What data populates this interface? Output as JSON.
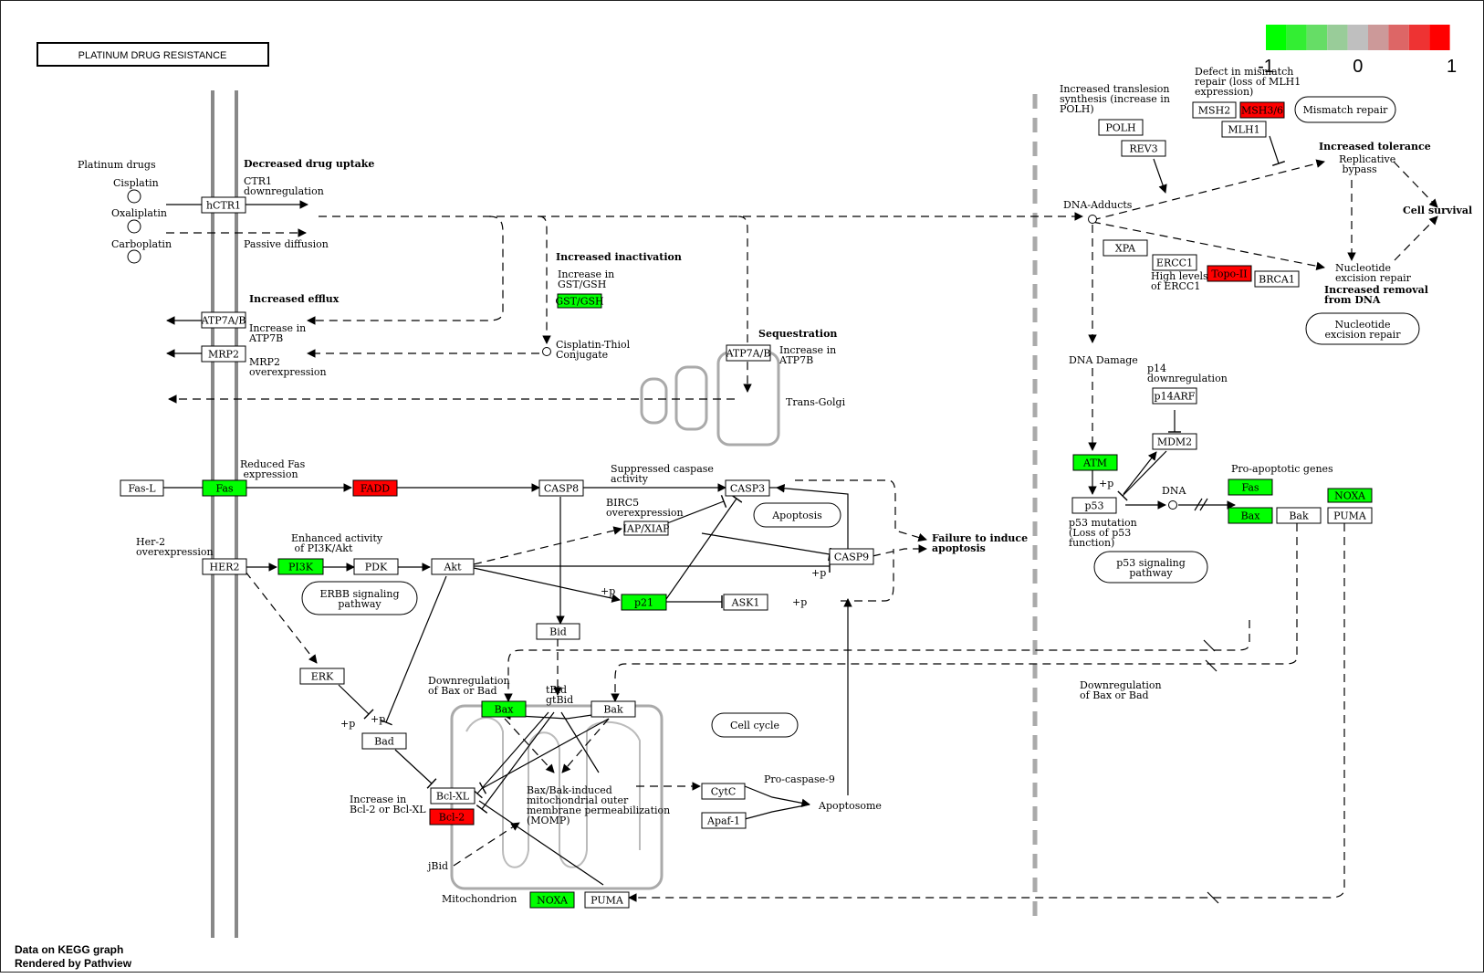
{
  "title": "PLATINUM DRUG RESISTANCE",
  "footer": {
    "line1": "Data on KEGG graph",
    "line2": "Rendered by Pathview"
  },
  "legend": {
    "colors": [
      "#00ff00",
      "#33ee33",
      "#66dd66",
      "#99cc99",
      "#bfbfbf",
      "#cc9999",
      "#dd6666",
      "#ee3333",
      "#ff0000"
    ],
    "ticks": [
      "-1",
      "0",
      "1"
    ]
  },
  "colors": {
    "up": "#ff0000",
    "down": "#00ff00",
    "none": "#ffffff"
  },
  "genes": [
    {
      "id": "hCTR1",
      "label": "hCTR1",
      "color": "#ffffff"
    },
    {
      "id": "ATP7AB_left",
      "label": "ATP7A/B",
      "color": "#ffffff"
    },
    {
      "id": "MRP2",
      "label": "MRP2",
      "color": "#ffffff"
    },
    {
      "id": "GSTGSH",
      "label": "GST/GSH",
      "color": "#00ff00"
    },
    {
      "id": "ATP7AB_golgi",
      "label": "ATP7A/B",
      "color": "#ffffff"
    },
    {
      "id": "FasL",
      "label": "Fas-L",
      "color": "#ffffff"
    },
    {
      "id": "Fas",
      "label": "Fas",
      "color": "#00ff00"
    },
    {
      "id": "FADD",
      "label": "FADD",
      "color": "#ff0000"
    },
    {
      "id": "CASP8",
      "label": "CASP8",
      "color": "#ffffff"
    },
    {
      "id": "CASP3",
      "label": "CASP3",
      "color": "#ffffff"
    },
    {
      "id": "IAPXIAP",
      "label": "IAP/XIAP",
      "color": "#ffffff"
    },
    {
      "id": "CASP9",
      "label": "CASP9",
      "color": "#ffffff"
    },
    {
      "id": "HER2",
      "label": "HER2",
      "color": "#ffffff"
    },
    {
      "id": "PI3K",
      "label": "PI3K",
      "color": "#00ff00"
    },
    {
      "id": "PDK",
      "label": "PDK",
      "color": "#ffffff"
    },
    {
      "id": "Akt",
      "label": "Akt",
      "color": "#ffffff"
    },
    {
      "id": "p21",
      "label": "p21",
      "color": "#00ff00"
    },
    {
      "id": "ASK1",
      "label": "ASK1",
      "color": "#ffffff"
    },
    {
      "id": "Bid",
      "label": "Bid",
      "color": "#ffffff"
    },
    {
      "id": "ERK",
      "label": "ERK",
      "color": "#ffffff"
    },
    {
      "id": "Bad",
      "label": "Bad",
      "color": "#ffffff"
    },
    {
      "id": "Bax_mito",
      "label": "Bax",
      "color": "#00ff00"
    },
    {
      "id": "Bak_mito",
      "label": "Bak",
      "color": "#ffffff"
    },
    {
      "id": "BclXL",
      "label": "Bcl-XL",
      "color": "#ffffff"
    },
    {
      "id": "Bcl2",
      "label": "Bcl-2",
      "color": "#ff0000"
    },
    {
      "id": "CytC",
      "label": "CytC",
      "color": "#ffffff"
    },
    {
      "id": "Apaf1",
      "label": "Apaf-1",
      "color": "#ffffff"
    },
    {
      "id": "NOXA_mito",
      "label": "NOXA",
      "color": "#00ff00"
    },
    {
      "id": "PUMA_mito",
      "label": "PUMA",
      "color": "#ffffff"
    },
    {
      "id": "POLH",
      "label": "POLH",
      "color": "#ffffff"
    },
    {
      "id": "REV3",
      "label": "REV3",
      "color": "#ffffff"
    },
    {
      "id": "MSH2",
      "label": "MSH2",
      "color": "#ffffff"
    },
    {
      "id": "MSH36",
      "label": "MSH3/6",
      "color": "#ff0000"
    },
    {
      "id": "MLH1",
      "label": "MLH1",
      "color": "#ffffff"
    },
    {
      "id": "XPA",
      "label": "XPA",
      "color": "#ffffff"
    },
    {
      "id": "ERCC1",
      "label": "ERCC1",
      "color": "#ffffff"
    },
    {
      "id": "TopoII",
      "label": "Topo-II",
      "color": "#ff0000"
    },
    {
      "id": "BRCA1",
      "label": "BRCA1",
      "color": "#ffffff"
    },
    {
      "id": "p14ARF",
      "label": "p14ARF",
      "color": "#ffffff"
    },
    {
      "id": "MDM2",
      "label": "MDM2",
      "color": "#ffffff"
    },
    {
      "id": "ATM",
      "label": "ATM",
      "color": "#00ff00"
    },
    {
      "id": "p53",
      "label": "p53",
      "color": "#ffffff"
    },
    {
      "id": "Fas_r",
      "label": "Fas",
      "color": "#00ff00"
    },
    {
      "id": "Bax_r",
      "label": "Bax",
      "color": "#00ff00"
    },
    {
      "id": "Bak_r",
      "label": "Bak",
      "color": "#ffffff"
    },
    {
      "id": "NOXA_r",
      "label": "NOXA",
      "color": "#00ff00"
    },
    {
      "id": "PUMA_r",
      "label": "PUMA",
      "color": "#ffffff"
    }
  ],
  "pathways": [
    {
      "id": "mismatch",
      "label": "Mismatch repair"
    },
    {
      "id": "nucleotide",
      "label": "Nucleotide excision repair"
    },
    {
      "id": "apoptosis",
      "label": "Apoptosis"
    },
    {
      "id": "erbb",
      "label": "ERBB signaling pathway"
    },
    {
      "id": "p53path",
      "label": "p53 signaling pathway"
    },
    {
      "id": "cellcycle",
      "label": "Cell cycle"
    }
  ],
  "labels": [
    {
      "id": "platinum_drugs",
      "text": "Platinum drugs"
    },
    {
      "id": "cisplatin",
      "text": "Cisplatin"
    },
    {
      "id": "oxaliplatin",
      "text": "Oxaliplatin"
    },
    {
      "id": "carboplatin",
      "text": "Carboplatin"
    },
    {
      "id": "decreased_uptake",
      "text": "Decreased drug uptake",
      "bold": true
    },
    {
      "id": "ctr1_down",
      "text": "CTR1 downregulation"
    },
    {
      "id": "passive",
      "text": "Passive diffusion"
    },
    {
      "id": "increased_efflux",
      "text": "Increased efflux",
      "bold": true
    },
    {
      "id": "inc_atp7b",
      "text": "Increase in ATP7B"
    },
    {
      "id": "mrp2_over",
      "text": "MRP2 overexpression"
    },
    {
      "id": "increased_inactivation",
      "text": "Increased inactivation",
      "bold": true
    },
    {
      "id": "inc_gst",
      "text": "Increase in GST/GSH"
    },
    {
      "id": "thiol",
      "text": "Cisplatin-Thiol Conjugate"
    },
    {
      "id": "sequestration",
      "text": "Sequestration",
      "bold": true
    },
    {
      "id": "inc_atp7b_golgi",
      "text": "Increase in ATP7B"
    },
    {
      "id": "transgolgi",
      "text": "Trans-Golgi"
    },
    {
      "id": "reduced_fas",
      "text": "Reduced Fas expression"
    },
    {
      "id": "suppressed_casp",
      "text": "Suppressed caspase activity"
    },
    {
      "id": "birc5",
      "text": "BIRC5 overexpression"
    },
    {
      "id": "failure",
      "text": "Failure to induce apoptosis",
      "bold": true
    },
    {
      "id": "her2_over",
      "text": "Her-2 overexpression"
    },
    {
      "id": "enhanced_pi3k",
      "text": "Enhanced activity of PI3K/Akt"
    },
    {
      "id": "plusp_casp9",
      "text": "+p"
    },
    {
      "id": "plusp_ask1",
      "text": "+p"
    },
    {
      "id": "plusp_p21",
      "text": "+p"
    },
    {
      "id": "plusp_bad1",
      "text": "+p"
    },
    {
      "id": "plusp_bad2",
      "text": "+p"
    },
    {
      "id": "plusp_p53",
      "text": "+p"
    },
    {
      "id": "down_baxbad",
      "text": "Downregulation of Bax or Bad"
    },
    {
      "id": "tbid",
      "text": "tBid gtBid"
    },
    {
      "id": "inc_bcl2",
      "text": "Increase in Bcl-2 or Bcl-XL"
    },
    {
      "id": "momp",
      "text": "Bax/Bak-induced mitochondrial outer membrane permeabilization (MOMP)"
    },
    {
      "id": "procasp9",
      "text": "Pro-caspase-9"
    },
    {
      "id": "apoptosome",
      "text": "Apoptosome"
    },
    {
      "id": "jbid",
      "text": "jBid"
    },
    {
      "id": "mitochondrion",
      "text": "Mitochondrion"
    },
    {
      "id": "inc_translesion",
      "text": "Increased translesion synthesis (increase in POLH)"
    },
    {
      "id": "defect_mismatch",
      "text": "Defect in mismatch repair (loss of MLH1 expression)"
    },
    {
      "id": "inc_tolerance",
      "text": "Increased tolerance",
      "bold": true
    },
    {
      "id": "replicative",
      "text": "Replicative bypass"
    },
    {
      "id": "cell_survival",
      "text": "Cell survival",
      "bold": true
    },
    {
      "id": "dna_adducts",
      "text": "DNA-Adducts"
    },
    {
      "id": "high_ercc1",
      "text": "High levels of ERCC1"
    },
    {
      "id": "ner",
      "text": "Nucleotide excision repair"
    },
    {
      "id": "inc_removal",
      "text": "Increased removal from DNA",
      "bold": true
    },
    {
      "id": "dna_damage",
      "text": "DNA Damage"
    },
    {
      "id": "p14_down",
      "text": "p14 downregulation"
    },
    {
      "id": "dna",
      "text": "DNA"
    },
    {
      "id": "pro_apop",
      "text": "Pro-apoptotic genes"
    },
    {
      "id": "p53_mut",
      "text": "p53 mutation (Loss of p53 function)"
    },
    {
      "id": "down_baxbad_r",
      "text": "Downregulation of Bax or Bad"
    }
  ]
}
